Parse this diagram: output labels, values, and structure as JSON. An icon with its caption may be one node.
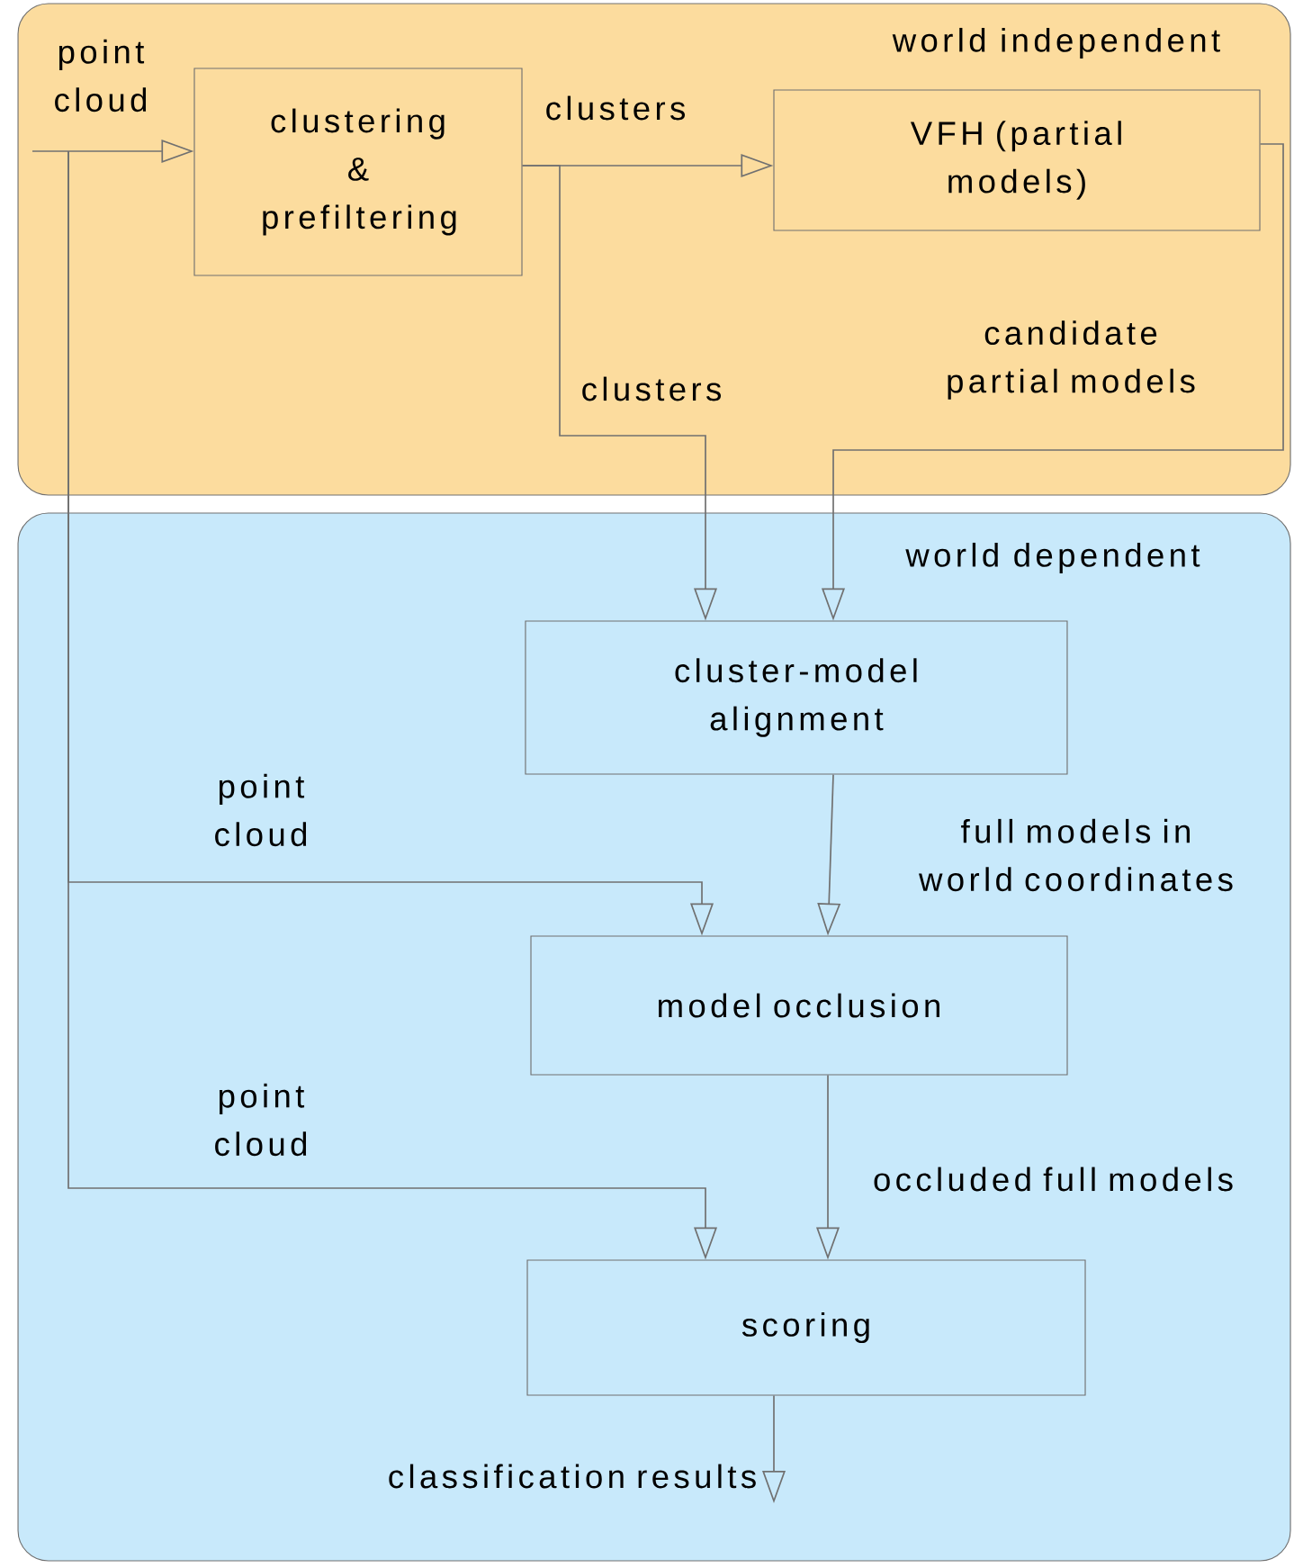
{
  "diagram": {
    "nodes": [
      {
        "text": [
          "world independent"
        ]
      },
      {
        "text": [
          "world dependent"
        ]
      },
      {
        "text": [
          "clustering & prefiltering"
        ],
        "in": 0
      },
      {
        "text": [
          "VFH (partial models)"
        ],
        "in": 0
      },
      {
        "text": [
          "cluster-model alignment"
        ],
        "in": 1
      },
      {
        "text": [
          "model occlusion"
        ],
        "in": 1
      },
      {
        "text": [
          "scoring"
        ],
        "in": 1
      }
    ],
    "edges": [
      {
        "from": null,
        "to": 2,
        "arrow": "to",
        "label": "point cloud"
      },
      {
        "from": 2,
        "to": 3,
        "arrow": "to",
        "label": "clusters"
      },
      {
        "from": 2,
        "to": 4,
        "arrow": "to",
        "label": "clusters"
      },
      {
        "from": 3,
        "to": 4,
        "arrow": "to",
        "label": "candidate partial models"
      },
      {
        "from": 4,
        "to": 5,
        "arrow": "to",
        "label": "full models in world coordinates"
      },
      {
        "from": null,
        "to": 5,
        "arrow": "to",
        "label": "point cloud"
      },
      {
        "from": null,
        "to": 6,
        "arrow": "to",
        "label": "point cloud"
      },
      {
        "from": 5,
        "to": 6,
        "arrow": "to",
        "label": "occluded full models"
      },
      {
        "from": 6,
        "to": null,
        "arrow": "to",
        "label": "classification results"
      }
    ]
  }
}
